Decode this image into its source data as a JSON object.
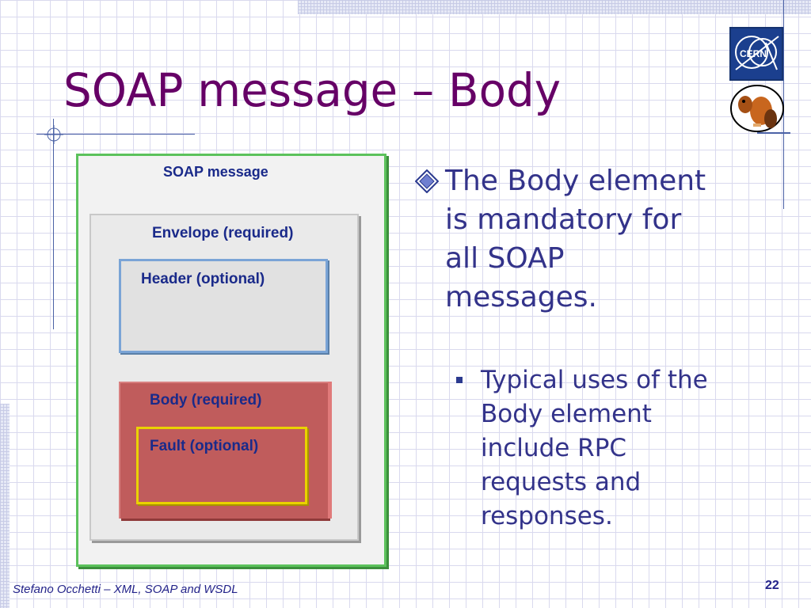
{
  "slide": {
    "title": "SOAP message – Body",
    "footer": "Stefano Occhetti – XML, SOAP and WSDL",
    "page_number": "22"
  },
  "logos": {
    "cern_text": "CERN",
    "cern_icon": "cern-logo-icon",
    "beaver_icon": "beaver-logo-icon"
  },
  "diagram": {
    "soap_message": "SOAP message",
    "envelope": "Envelope (required)",
    "header": "Header (optional)",
    "body": "Body (required)",
    "fault": "Fault (optional)"
  },
  "bullets": {
    "main": "The Body element is mandatory for all SOAP messages.",
    "sub": "Typical uses of the Body element include RPC requests and responses."
  },
  "colors": {
    "title": "#660066",
    "text": "#33338a",
    "soap_border": "#5cc25c",
    "header_border": "#7aa4d6",
    "body_fill": "#c05c5c",
    "fault_border": "#ead200"
  }
}
